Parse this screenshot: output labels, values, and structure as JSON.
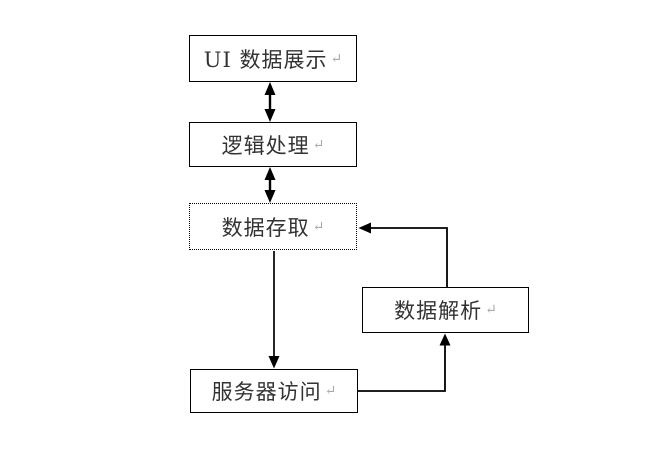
{
  "diagram": {
    "nodes": [
      {
        "id": "ui-display",
        "label": "UI 数据展示",
        "border": "solid"
      },
      {
        "id": "logic-processing",
        "label": "逻辑处理",
        "border": "solid"
      },
      {
        "id": "data-access",
        "label": "数据存取",
        "border": "dotted"
      },
      {
        "id": "data-parsing",
        "label": "数据解析",
        "border": "solid"
      },
      {
        "id": "server-access",
        "label": "服务器访问",
        "border": "solid"
      }
    ],
    "return_mark": "↵",
    "edges": [
      {
        "from": "ui-display",
        "to": "logic-processing",
        "type": "bidirectional"
      },
      {
        "from": "logic-processing",
        "to": "data-access",
        "type": "bidirectional"
      },
      {
        "from": "data-access",
        "to": "server-access",
        "type": "directed"
      },
      {
        "from": "server-access",
        "to": "data-parsing",
        "type": "directed"
      },
      {
        "from": "data-parsing",
        "to": "data-access",
        "type": "directed"
      }
    ],
    "colors": {
      "border": "#000000",
      "text": "#333333",
      "return-mark": "#aaaaaa",
      "background": "#ffffff"
    }
  }
}
